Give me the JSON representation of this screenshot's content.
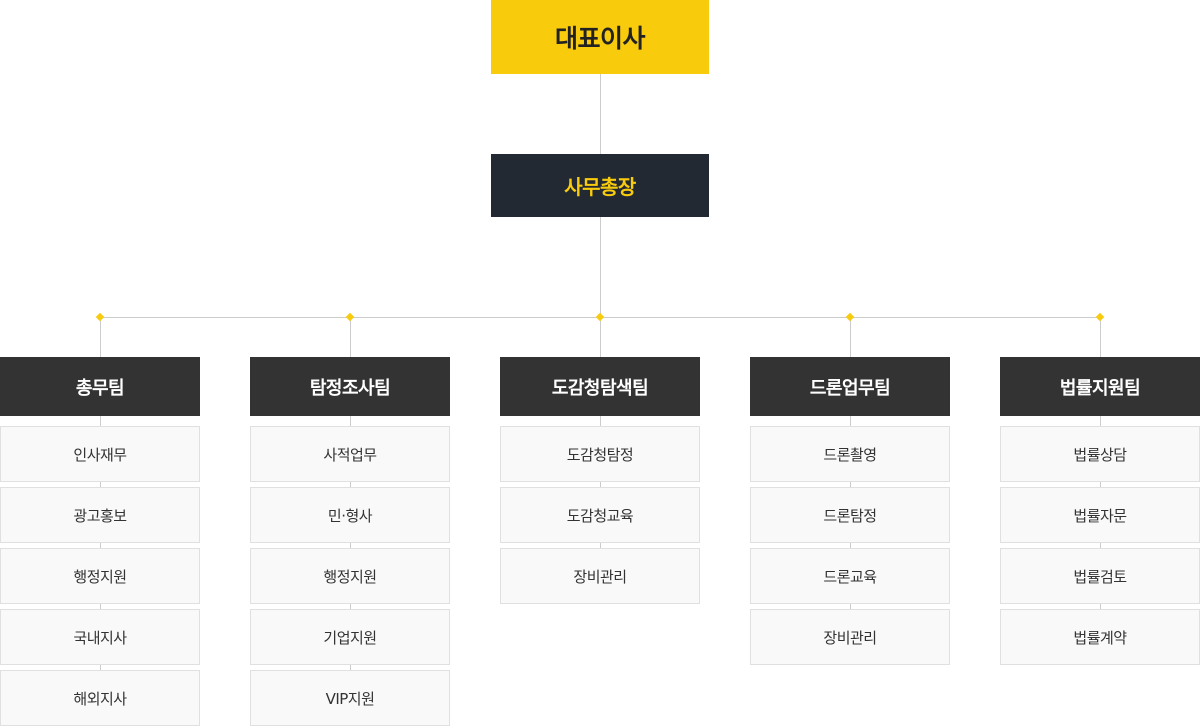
{
  "ceo": "대표이사",
  "secretary_general": "사무총장",
  "colors": {
    "accent": "#f8cb0d",
    "team_bg": "#333333",
    "secretary_bg": "#222933",
    "line": "#cccccc"
  },
  "teams": [
    {
      "name": "총무팀",
      "tasks": [
        "인사재무",
        "광고홍보",
        "행정지원",
        "국내지사",
        "해외지사"
      ]
    },
    {
      "name": "탐정조사팀",
      "tasks": [
        "사적업무",
        "민·형사",
        "행정지원",
        "기업지원",
        "VIP지원"
      ]
    },
    {
      "name": "도감청탐색팀",
      "tasks": [
        "도감청탐정",
        "도감청교육",
        "장비관리"
      ]
    },
    {
      "name": "드론업무팀",
      "tasks": [
        "드론촬영",
        "드론탐정",
        "드론교육",
        "장비관리"
      ]
    },
    {
      "name": "법률지원팀",
      "tasks": [
        "법률상담",
        "법률자문",
        "법률검토",
        "법률계약"
      ]
    }
  ]
}
